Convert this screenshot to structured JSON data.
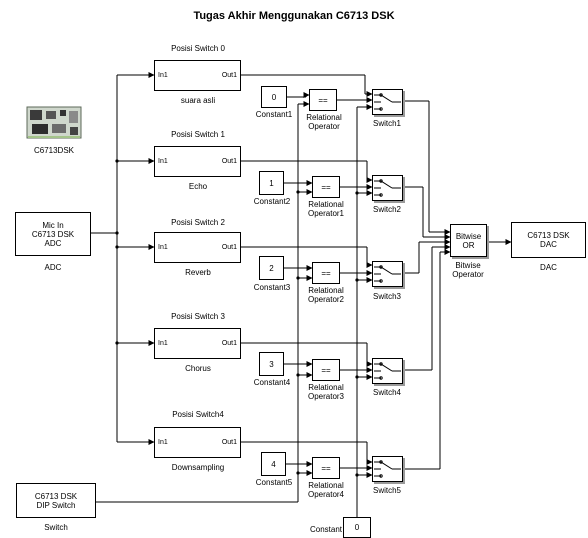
{
  "title": "Tugas Akhir Menggunakan C6713 DSK",
  "board": {
    "label": "C6713DSK"
  },
  "adc": {
    "line1": "Mic In",
    "line2": "C6713 DSK",
    "line3": "ADC",
    "label": "ADC"
  },
  "dip": {
    "line1": "C6713 DSK",
    "line2": "DIP Switch",
    "label": "Switch"
  },
  "dac": {
    "line1": "C6713 DSK",
    "line2": "DAC",
    "label": "DAC"
  },
  "bitwise": {
    "line1": "Bitwise",
    "line2": "OR",
    "label1": "Bitwise",
    "label2": "Operator"
  },
  "port_in": "In1",
  "port_out": "Out1",
  "subsystems": [
    {
      "header": "Posisi Switch 0",
      "label": "suara asli"
    },
    {
      "header": "Posisi Switch 1",
      "label": "Echo"
    },
    {
      "header": "Posisi Switch 2",
      "label": "Reverb"
    },
    {
      "header": "Posisi Switch 3",
      "label": "Chorus"
    },
    {
      "header": "Posisi Switch4",
      "label": "Downsampling"
    }
  ],
  "constants": [
    {
      "value": "0",
      "label": "Constant1"
    },
    {
      "value": "1",
      "label": "Constant2"
    },
    {
      "value": "2",
      "label": "Constant3"
    },
    {
      "value": "3",
      "label": "Constant4"
    },
    {
      "value": "4",
      "label": "Constant5"
    }
  ],
  "constant_bottom": {
    "value": "0",
    "label": "Constant"
  },
  "relops": [
    {
      "symbol": "==",
      "label1": "Relational",
      "label2": "Operator"
    },
    {
      "symbol": "==",
      "label1": "Relational",
      "label2": "Operator1"
    },
    {
      "symbol": "==",
      "label1": "Relational",
      "label2": "Operator2"
    },
    {
      "symbol": "==",
      "label1": "Relational",
      "label2": "Operator3"
    },
    {
      "symbol": "==",
      "label1": "Relational",
      "label2": "Operator4"
    }
  ],
  "switches": [
    {
      "label": "Switch1"
    },
    {
      "label": "Switch2"
    },
    {
      "label": "Switch3"
    },
    {
      "label": "Switch4"
    },
    {
      "label": "Switch5"
    }
  ]
}
